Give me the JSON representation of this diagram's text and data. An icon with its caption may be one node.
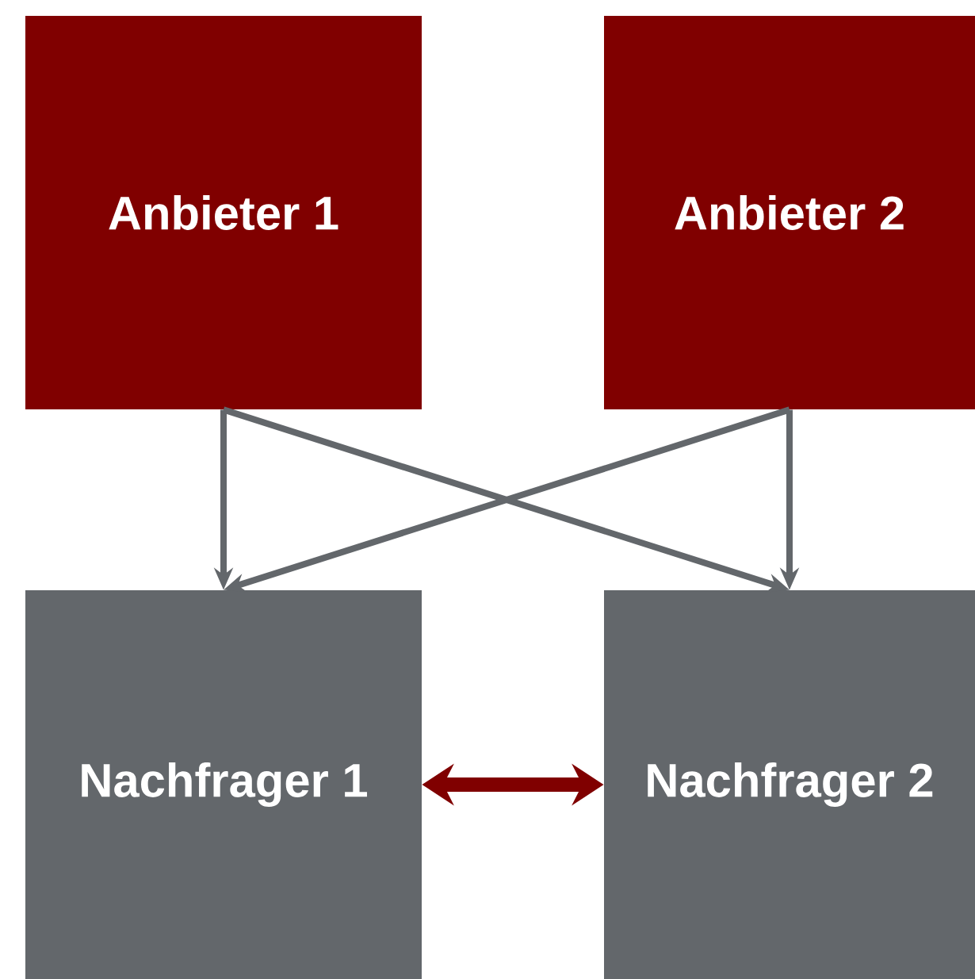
{
  "diagram": {
    "nodes": [
      {
        "text": [
          "Anbieter 1"
        ]
      },
      {
        "text": [
          "Anbieter 2"
        ]
      },
      {
        "text": [
          "Nachfrager 1"
        ]
      },
      {
        "text": [
          "Nachfrager 2"
        ]
      }
    ],
    "edges": [
      {
        "from": 0,
        "to": 2,
        "arrow": "to"
      },
      {
        "from": 0,
        "to": 3,
        "arrow": "to"
      },
      {
        "from": 1,
        "to": 2,
        "arrow": "to"
      },
      {
        "from": 1,
        "to": 3,
        "arrow": "to"
      },
      {
        "from": 2,
        "to": 3,
        "arrow": "both",
        "style": "thick",
        "color": "#800000"
      }
    ]
  }
}
